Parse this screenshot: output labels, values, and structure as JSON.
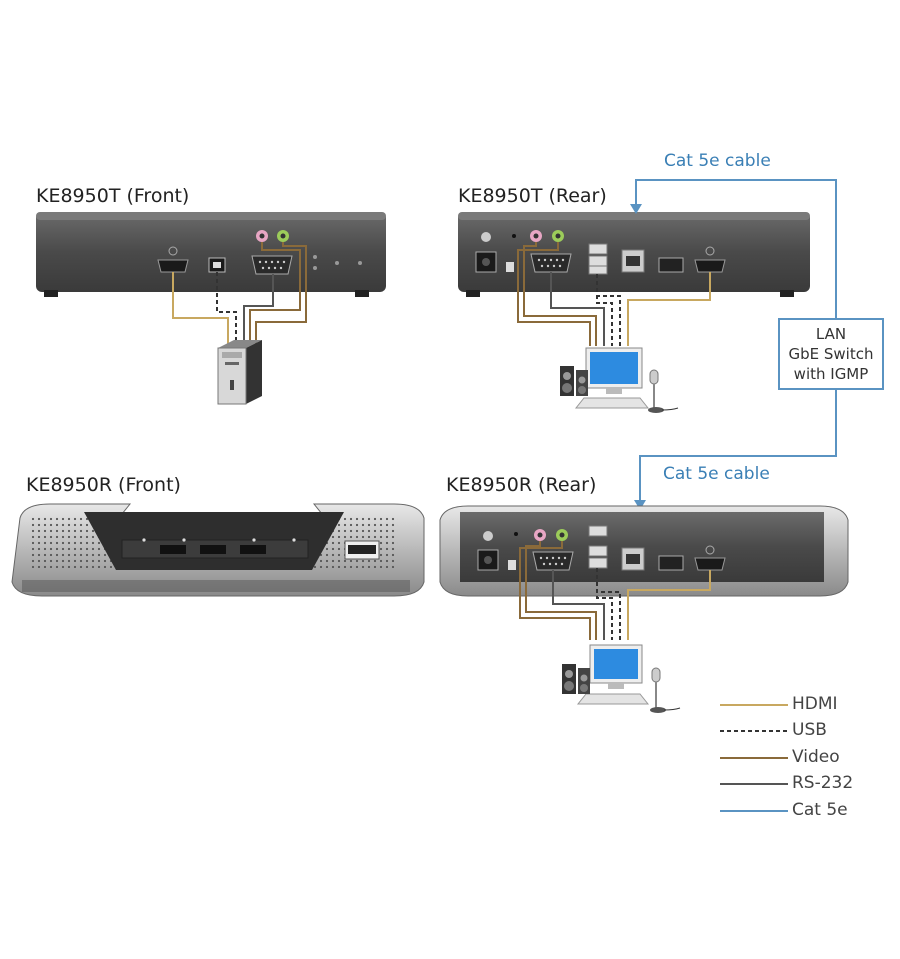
{
  "titles": {
    "tx_front": "KE8950T (Front)",
    "tx_rear": "KE8950T (Rear)",
    "rx_front": "KE8950R (Front)",
    "rx_rear": "KE8950R (Rear)"
  },
  "cable_labels": {
    "top": "Cat 5e cable",
    "bottom": "Cat 5e cable"
  },
  "switch": {
    "line1": "LAN",
    "line2": "GbE Switch",
    "line3": "with IGMP"
  },
  "legend": [
    {
      "label": "HDMI",
      "color": "#c8a860",
      "style": "solid"
    },
    {
      "label": "USB",
      "color": "#333333",
      "style": "dashed"
    },
    {
      "label": "Video",
      "color": "#8a6a3a",
      "style": "solid"
    },
    {
      "label": "RS-232",
      "color": "#555555",
      "style": "solid"
    },
    {
      "label": "Cat 5e",
      "color": "#5a93c2",
      "style": "solid"
    }
  ],
  "icons": [
    "computer-tower-icon",
    "workstation-icon",
    "speakers-icon",
    "microphone-icon",
    "hdmi-port-icon",
    "usb-port-icon",
    "serial-port-icon",
    "rj45-port-icon",
    "sfp-port-icon",
    "audio-jack-icon",
    "power-jack-icon"
  ]
}
